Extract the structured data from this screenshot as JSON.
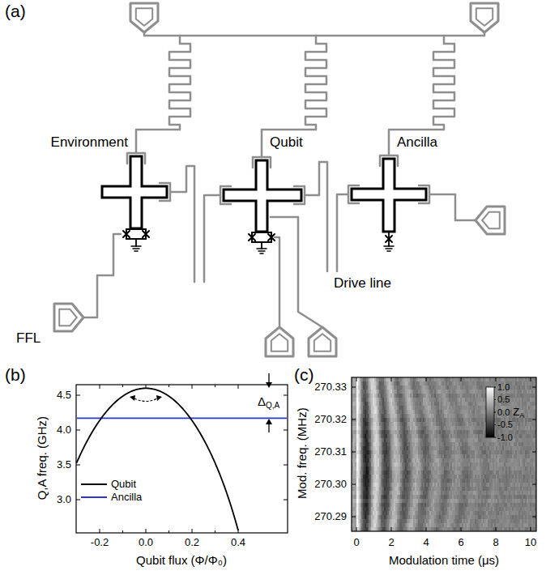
{
  "diagram": {
    "labels": [
      "(a)",
      "Environment",
      "Qubit",
      "Ancilla",
      "FFL",
      "Drive line",
      "(b)",
      "Q,A freq. (GHz)",
      "4.5",
      "4.0",
      "3.5",
      "3.0",
      "-0.2",
      "0.0",
      "0.2",
      "0.4",
      "Qubit flux (Φ/Φ₀)",
      "Δ",
      "Q,A",
      "(c)",
      "Mod. freq. (MHz)",
      "270.33",
      "270.32",
      "270.31",
      "270.30",
      "270.29",
      "0",
      "2",
      "4",
      "6",
      "8",
      "10",
      "Modulation time (μs)",
      "1.0",
      "0.5",
      "0.0",
      "-0.5",
      "-1.0",
      "Z",
      "A"
    ],
    "legend": [
      {
        "text": "Qubit"
      },
      {
        "text": "Ancilla"
      }
    ]
  }
}
